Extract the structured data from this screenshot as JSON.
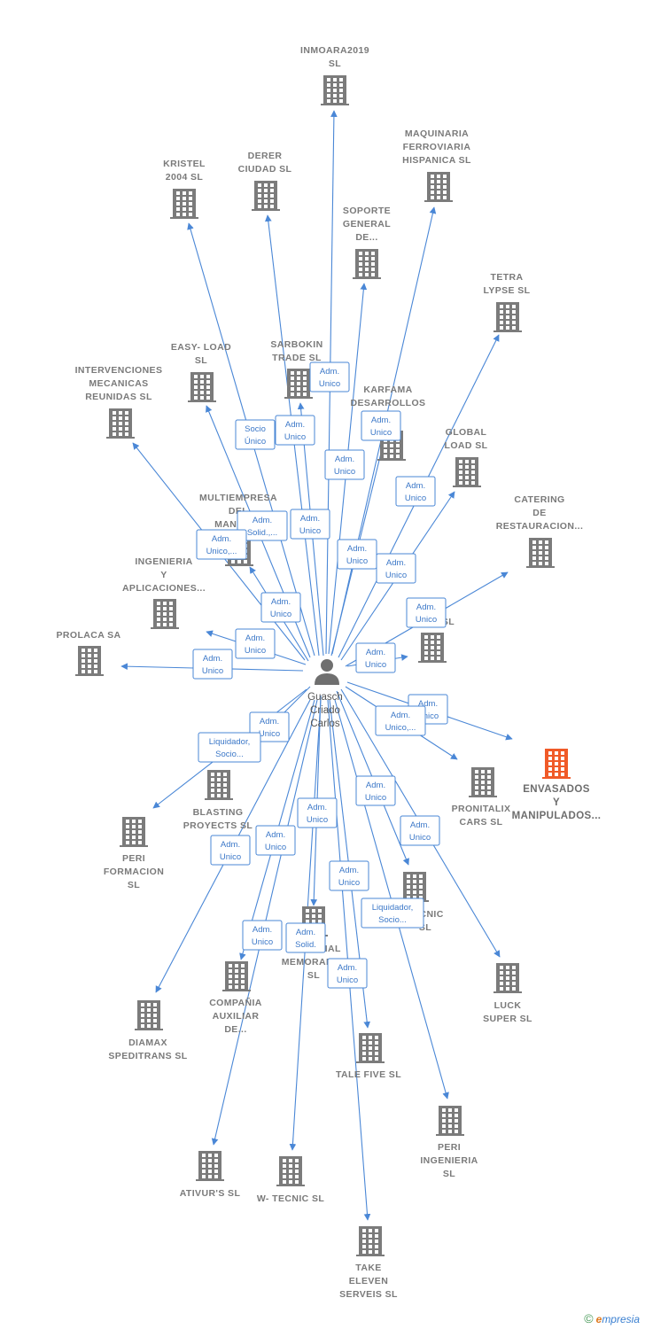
{
  "colors": {
    "edge": "#4a87d6",
    "building": "#7b7b7b",
    "highlight": "#f05a28",
    "person": "#6f6f6f"
  },
  "center": {
    "name_lines": [
      "Guasch",
      "Criado",
      "Carlos"
    ],
    "icon": "person-icon"
  },
  "footer": {
    "copyright": "©",
    "brand_e": "e",
    "brand_rest": "mpresia"
  },
  "nodes": [
    {
      "id": "inmoara",
      "lines": [
        "INMOARA2019",
        "SL"
      ]
    },
    {
      "id": "maquinaria",
      "lines": [
        "MAQUINARIA",
        "FERROVIARIA",
        "HISPANICA SL"
      ]
    },
    {
      "id": "kristel",
      "lines": [
        "KRISTEL",
        "2004 SL"
      ]
    },
    {
      "id": "derer",
      "lines": [
        "DERER",
        "CIUDAD SL"
      ]
    },
    {
      "id": "soporte",
      "lines": [
        "SOPORTE",
        "GENERAL",
        "DE..."
      ]
    },
    {
      "id": "tetra",
      "lines": [
        "TETRA",
        "LYPSE SL"
      ]
    },
    {
      "id": "easyload",
      "lines": [
        "EASY- LOAD",
        "SL"
      ]
    },
    {
      "id": "sarbokin",
      "lines": [
        "SARBOKIN",
        "TRADE SL"
      ]
    },
    {
      "id": "intervenciones",
      "lines": [
        "INTERVENCIONES",
        "MECANICAS",
        "REUNIDAS SL"
      ]
    },
    {
      "id": "karfama",
      "lines": [
        "KARFAMA",
        "DESARROLLOS"
      ]
    },
    {
      "id": "globalload",
      "lines": [
        "GLOBAL",
        "LOAD SL"
      ]
    },
    {
      "id": "multiempresa",
      "lines": [
        "MULTIEMPRESA",
        "DEL",
        "MANIPU..."
      ]
    },
    {
      "id": "catering",
      "lines": [
        "CATERING",
        "DE",
        "RESTAURACION..."
      ]
    },
    {
      "id": "ingenieria",
      "lines": [
        "INGENIERIA",
        "Y",
        "APLICACIONES..."
      ]
    },
    {
      "id": "prolaca",
      "lines": [
        "PROLACA SA"
      ]
    },
    {
      "id": "unnamed_r",
      "lines": [
        "SL"
      ]
    },
    {
      "id": "envasados",
      "lines": [
        "ENVASADOS",
        "Y",
        "MANIPULADOS..."
      ]
    },
    {
      "id": "pronitalix",
      "lines": [
        "PRONITALIX",
        "CARS SL"
      ]
    },
    {
      "id": "blasting",
      "lines": [
        "BLASTING",
        "PROYECTS SL"
      ]
    },
    {
      "id": "periform",
      "lines": [
        "PERI",
        "FORMACION",
        "SL"
      ]
    },
    {
      "id": "tecnic",
      "lines": [
        "TECNIC",
        "SL"
      ]
    },
    {
      "id": "memorable",
      "lines": [
        "PERSONAL",
        "MEMORABLE",
        "SL"
      ]
    },
    {
      "id": "luck",
      "lines": [
        "LUCK",
        "SUPER SL"
      ]
    },
    {
      "id": "compania",
      "lines": [
        "COMPAÑIA",
        "AUXILIAR",
        "DE..."
      ]
    },
    {
      "id": "diamax",
      "lines": [
        "DIAMAX",
        "SPEDITRANS SL"
      ]
    },
    {
      "id": "talefive",
      "lines": [
        "TALE FIVE SL"
      ]
    },
    {
      "id": "periing",
      "lines": [
        "PERI",
        "INGENIERIA",
        "SL"
      ]
    },
    {
      "id": "ativur",
      "lines": [
        "ATIVUR'S SL"
      ]
    },
    {
      "id": "wtecnic",
      "lines": [
        "W- TECNIC SL"
      ]
    },
    {
      "id": "takeeleven",
      "lines": [
        "TAKE",
        "ELEVEN",
        "SERVEIS SL"
      ]
    }
  ],
  "relations": [
    {
      "id": "r1",
      "lines": [
        "Adm.",
        "Unico"
      ]
    },
    {
      "id": "r2",
      "lines": [
        "Socio",
        "Único"
      ]
    },
    {
      "id": "r3",
      "lines": [
        "Adm.",
        "Unico"
      ]
    },
    {
      "id": "r4",
      "lines": [
        "Adm.",
        "Unico"
      ]
    },
    {
      "id": "r5",
      "lines": [
        "Adm.",
        "Unico"
      ]
    },
    {
      "id": "r6",
      "lines": [
        "Adm.",
        "Unico"
      ]
    },
    {
      "id": "r7",
      "lines": [
        "Adm.",
        "Solid.,..."
      ]
    },
    {
      "id": "r8",
      "lines": [
        "Adm.",
        "Unico"
      ]
    },
    {
      "id": "r9",
      "lines": [
        "Adm.",
        "Unico,..."
      ]
    },
    {
      "id": "r10",
      "lines": [
        "Adm.",
        "Unico"
      ]
    },
    {
      "id": "r11",
      "lines": [
        "Adm.",
        "Unico"
      ]
    },
    {
      "id": "r12",
      "lines": [
        "Adm.",
        "Unico"
      ]
    },
    {
      "id": "r13",
      "lines": [
        "Adm.",
        "Unico"
      ]
    },
    {
      "id": "r14",
      "lines": [
        "Adm.",
        "Unico"
      ]
    },
    {
      "id": "r15",
      "lines": [
        "Adm.",
        "Unico"
      ]
    },
    {
      "id": "r16",
      "lines": [
        "Adm.",
        "Unico"
      ]
    },
    {
      "id": "r17",
      "lines": [
        "Adm.",
        "Unico"
      ]
    },
    {
      "id": "r18",
      "lines": [
        "Adm.",
        "Unico,..."
      ]
    },
    {
      "id": "r19",
      "lines": [
        "Adm.",
        "Unico"
      ]
    },
    {
      "id": "r20",
      "lines": [
        "Liquidador,",
        "Socio..."
      ]
    },
    {
      "id": "r21",
      "lines": [
        "Adm.",
        "Unico"
      ]
    },
    {
      "id": "r22",
      "lines": [
        "Adm.",
        "Unico"
      ]
    },
    {
      "id": "r23",
      "lines": [
        "Adm.",
        "Unico"
      ]
    },
    {
      "id": "r24",
      "lines": [
        "Adm.",
        "Unico"
      ]
    },
    {
      "id": "r25",
      "lines": [
        "Adm.",
        "Unico"
      ]
    },
    {
      "id": "r26",
      "lines": [
        "Adm.",
        "Unico"
      ]
    },
    {
      "id": "r27",
      "lines": [
        "Liquidador,",
        "Socio..."
      ]
    },
    {
      "id": "r28",
      "lines": [
        "Adm.",
        "Unico"
      ]
    },
    {
      "id": "r29",
      "lines": [
        "Adm.",
        "Solid."
      ]
    },
    {
      "id": "r30",
      "lines": [
        "Adm.",
        "Unico"
      ]
    }
  ]
}
